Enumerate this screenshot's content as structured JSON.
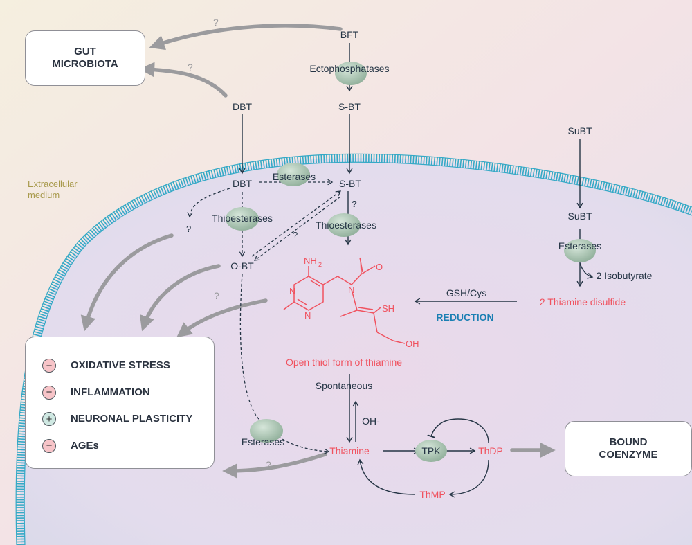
{
  "boxes": {
    "gut_microbiota": [
      "GUT",
      "MICROBIOTA"
    ],
    "bound_coenzyme": [
      "BOUND",
      "COENZYME"
    ]
  },
  "effects": [
    {
      "sign": "−",
      "kind": "minus",
      "label": "OXIDATIVE STRESS"
    },
    {
      "sign": "−",
      "kind": "minus",
      "label": "INFLAMMATION"
    },
    {
      "sign": "+",
      "kind": "plus",
      "label": "NEURONAL PLASTICITY"
    },
    {
      "sign": "−",
      "kind": "minus",
      "label": "AGEs"
    }
  ],
  "compounds": {
    "bft": "BFT",
    "dbt": "DBT",
    "sbt": "S-BT",
    "subt": "SuBT",
    "obt": "O-BT",
    "thiamine_disulfide": "2 Thiamine disulfide",
    "open_thiol": "Open thiol form of thiamine",
    "thiamine": "Thiamine",
    "thdp": "ThDP",
    "thmp": "ThMP",
    "isobutyrate": "2 Isobutyrate"
  },
  "enzymes": {
    "ectophosphatases": "Ectophosphatases",
    "esterases": "Esterases",
    "thioesterases": "Thioesterases",
    "tpk": "TPK"
  },
  "labels": {
    "extracellular": [
      "Extracellular",
      "medium"
    ],
    "gsh_cys": "GSH/Cys",
    "reduction": "REDUCTION",
    "spontaneous": "Spontaneous",
    "oh": "OH-",
    "question": "?"
  },
  "structure_atoms": {
    "nh2": "NH",
    "nh2_sub": "2",
    "n": "N",
    "o": "O",
    "sh": "SH",
    "oh": "OH"
  },
  "colors": {
    "dark_text": "#253545",
    "red": "#f0525f",
    "blue_label": "#1b7fb3",
    "membrane": "#35a9c6",
    "grey_arrow": "#9b9b9e",
    "enzyme_body": "#a9c4b0",
    "extracellular_text": "#a89a4c"
  }
}
